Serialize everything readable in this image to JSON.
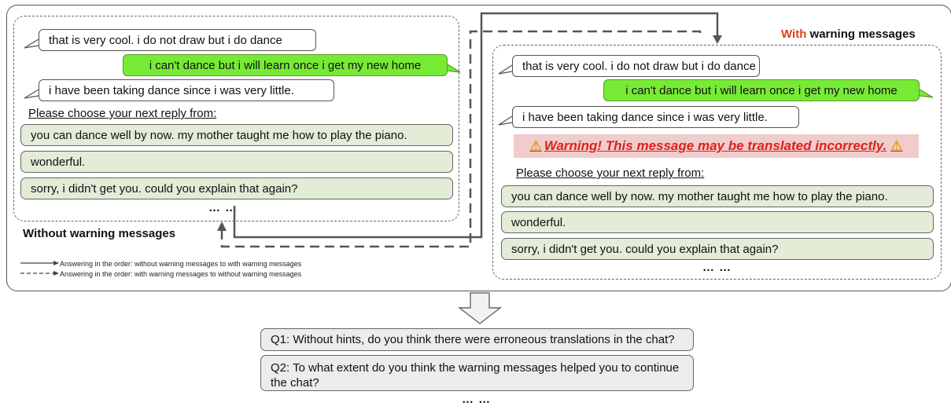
{
  "left_panel": {
    "label": "Without warning messages",
    "messages": [
      {
        "text": "that is very cool. i do not draw but i do dance",
        "speaker": "partner"
      },
      {
        "text": "i can't dance but i will learn once i get my new home",
        "speaker": "user"
      },
      {
        "text": "i have been taking dance since i was very little.",
        "speaker": "partner"
      }
    ],
    "prompt": "Please choose your next reply from:",
    "options": [
      "you can dance well by now. my mother taught me how to play the piano.",
      "wonderful.",
      "sorry, i didn't get you. could you explain that again?"
    ],
    "ellipsis": "… …"
  },
  "right_panel": {
    "label_prefix": "With",
    "label_suffix": " warning messages",
    "messages": [
      {
        "text": "that is very cool. i do not draw but i do dance",
        "speaker": "partner"
      },
      {
        "text": "i can't dance but i will learn once i get my new home",
        "speaker": "user"
      },
      {
        "text": "i have been taking dance since i was very little.",
        "speaker": "partner"
      }
    ],
    "warning_icon": "⚠",
    "warning": "Warning! This message may be translated incorrectly.",
    "prompt": "Please choose your next reply from:",
    "options": [
      "you can dance well by now. my mother taught me how to play the piano.",
      "wonderful.",
      "sorry, i didn't get you. could you explain that again?"
    ],
    "ellipsis": "… …"
  },
  "legend": {
    "solid": "Answering in the order: without warning messages to with warning messages",
    "dashed": "Answering in the order: with warning messages to without warning messages"
  },
  "questions": [
    "Q1: Without hints, do you think there were erroneous translations in the chat?",
    "Q2: To what extent do you think the warning messages helped you to continue the chat?"
  ],
  "bottom_ellipsis": "… …",
  "colors": {
    "user_bubble": "#77ea36",
    "option_bg": "#e2ecd7",
    "warning_bg": "#f1cccc",
    "warning_text": "#d9231b",
    "with_label": "#e0401c",
    "question_bg": "#ececec"
  }
}
